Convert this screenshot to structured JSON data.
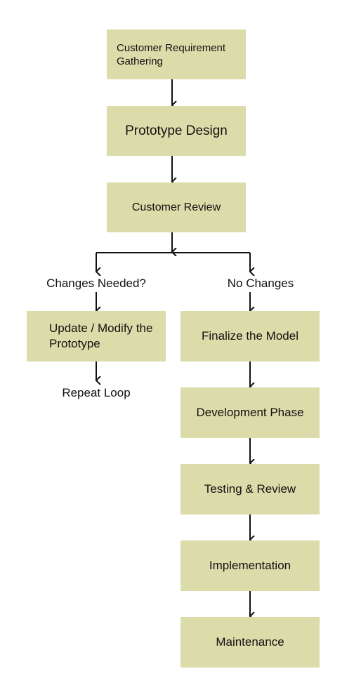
{
  "diagram": {
    "type": "flowchart",
    "nodes": {
      "requirement": "Customer Requirement Gathering",
      "prototype_design": "Prototype Design",
      "customer_review": "Customer Review",
      "update_prototype": "Update / Modify the Prototype",
      "finalize_model": "Finalize the Model",
      "development": "Development Phase",
      "testing": "Testing & Review",
      "implementation": "Implementation",
      "maintenance": "Maintenance"
    },
    "branch_labels": {
      "changes_needed": "Changes Needed?",
      "no_changes": "No Changes",
      "repeat_loop": "Repeat Loop"
    },
    "colors": {
      "box_fill": "#dcdcaa",
      "line": "#111111",
      "background": "#ffffff"
    }
  }
}
